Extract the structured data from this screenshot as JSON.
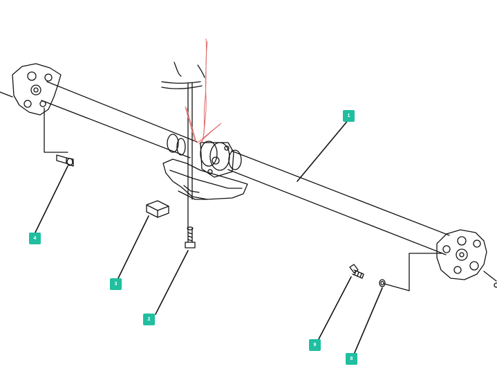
{
  "diagram": {
    "callouts": [
      {
        "label": "1"
      },
      {
        "label": "2"
      },
      {
        "label": "3"
      },
      {
        "label": "4"
      },
      {
        "label": "8"
      },
      {
        "label": "9"
      }
    ]
  },
  "colors": {
    "callout_bg": "#1fbf9f",
    "callout_text": "#ffffff",
    "line": "#111111",
    "sketch": "#e06a6a"
  }
}
